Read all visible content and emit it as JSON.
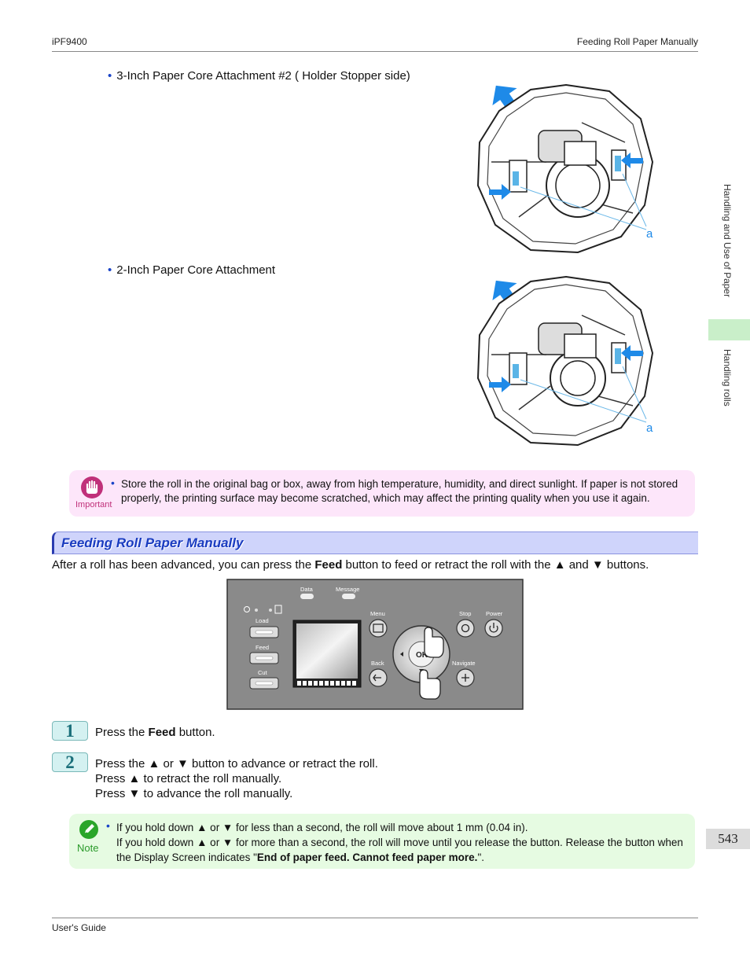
{
  "header": {
    "left": "iPF9400",
    "right": "Feeding Roll Paper Manually"
  },
  "bullets": [
    "3-Inch Paper Core Attachment #2 ( Holder Stopper side)",
    "2-Inch Paper Core Attachment"
  ],
  "figure_label": "a",
  "sidebar": {
    "section": "Handling and Use of Paper",
    "subsection": "Handling rolls"
  },
  "important": {
    "label": "Important",
    "text": "Store the roll in the original bag or box, away from high temperature, humidity, and direct sunlight. If paper is not stored properly, the printing surface may become scratched, which may affect the printing quality when you use it again."
  },
  "section_title": "Feeding Roll Paper Manually",
  "intro": {
    "before": "After a roll has been advanced, you can press the ",
    "bold": "Feed",
    "after": " button to feed or retract the roll with the ▲ and ▼ buttons."
  },
  "panel": {
    "data": "Data",
    "message": "Message",
    "load": "Load",
    "feed": "Feed",
    "cut": "Cut",
    "menu": "Menu",
    "back": "Back",
    "stop": "Stop",
    "power": "Power",
    "navigate": "Navigate",
    "ok": "OK"
  },
  "steps": [
    {
      "num": "1",
      "before": "Press the ",
      "bold": "Feed",
      "after": " button."
    },
    {
      "num": "2",
      "line1": "Press the ▲ or ▼ button to advance or retract the roll.",
      "line2": "Press ▲ to retract the roll manually.",
      "line3": "Press ▼ to advance the roll manually."
    }
  ],
  "note": {
    "label": "Note",
    "line1": "If you hold down ▲ or ▼ for less than a second, the roll will move about 1 mm (0.04 in).",
    "line2": "If you hold down ▲ or ▼ for more than a second, the roll will move until you release the button. Release the button when the Display Screen indicates \"",
    "bold": "End of paper feed. Cannot feed paper more.",
    "after": "\"."
  },
  "page_number": "543",
  "footer": "User's Guide",
  "colors": {
    "accent_blue": "#1a44c8",
    "important_bg": "#fde6fa",
    "note_bg": "#e6fbe2",
    "section_bg": "#cfd4fb",
    "arrow_blue": "#1e8ae8"
  }
}
